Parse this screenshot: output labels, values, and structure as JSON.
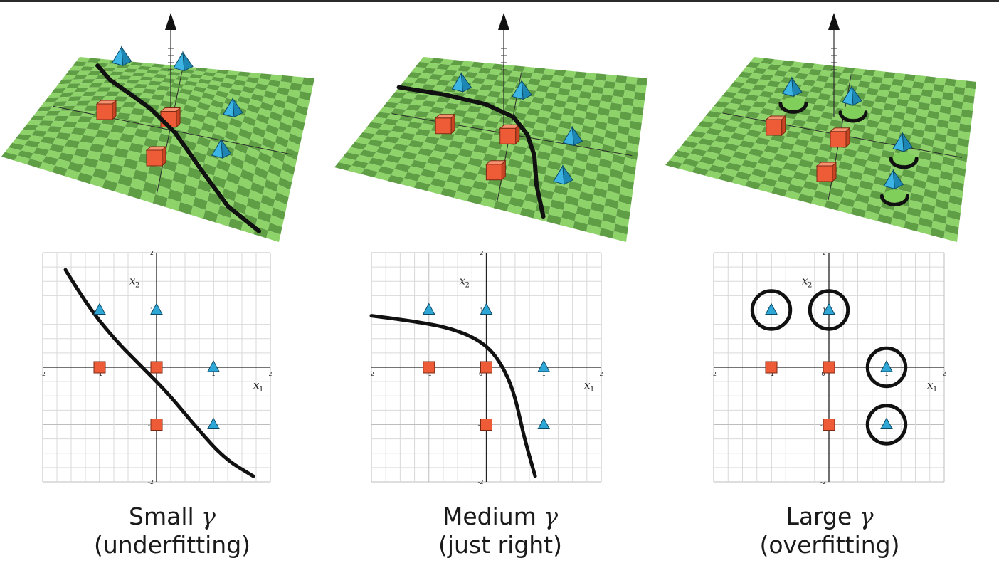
{
  "colors": {
    "surface_light": "#8ed36a",
    "surface_dark": "#5f9e45",
    "triangle": "#2ea6d6",
    "square": "#ee5b37",
    "boundary": "#111111",
    "grid": "#d9d9d9"
  },
  "panels": [
    {
      "id": "small",
      "caption_word": "Small",
      "caption_symbol": "γ",
      "caption_note": "(underfitting)",
      "plot": {
        "xlim": [
          -2,
          2
        ],
        "ylim": [
          -2,
          2
        ],
        "xticks": [
          "-2",
          "-1",
          "0",
          "1",
          "2"
        ],
        "yticks": [
          "-2",
          "-1",
          "1",
          "2"
        ],
        "xlabel": "x",
        "xlabel_sub": "1",
        "ylabel": "x",
        "ylabel_sub": "2",
        "triangles": [
          [
            -1,
            1
          ],
          [
            0,
            1
          ],
          [
            1,
            0
          ],
          [
            1,
            -1
          ]
        ],
        "squares": [
          [
            -1,
            0
          ],
          [
            0,
            0
          ],
          [
            0,
            -1
          ]
        ],
        "boundary": [
          [
            -1.6,
            1.7
          ],
          [
            -1.2,
            1.05
          ],
          [
            -0.7,
            0.45
          ],
          [
            -0.3,
            0.05
          ],
          [
            0.2,
            -0.45
          ],
          [
            0.7,
            -1.05
          ],
          [
            1.2,
            -1.6
          ],
          [
            1.7,
            -1.9
          ]
        ],
        "circles": []
      }
    },
    {
      "id": "medium",
      "caption_word": "Medium",
      "caption_symbol": "γ",
      "caption_note": "(just right)",
      "plot": {
        "xlim": [
          -2,
          2
        ],
        "ylim": [
          -2,
          2
        ],
        "xticks": [
          "-2",
          "-1",
          "0",
          "1",
          "2"
        ],
        "yticks": [
          "-2",
          "-1",
          "1",
          "2"
        ],
        "xlabel": "x",
        "xlabel_sub": "1",
        "ylabel": "x",
        "ylabel_sub": "2",
        "triangles": [
          [
            -1,
            1
          ],
          [
            0,
            1
          ],
          [
            1,
            0
          ],
          [
            1,
            -1
          ]
        ],
        "squares": [
          [
            -1,
            0
          ],
          [
            0,
            0
          ],
          [
            0,
            -1
          ]
        ],
        "boundary": [
          [
            -2,
            0.9
          ],
          [
            -1.2,
            0.8
          ],
          [
            -0.5,
            0.65
          ],
          [
            0,
            0.4
          ],
          [
            0.3,
            0.0
          ],
          [
            0.5,
            -0.5
          ],
          [
            0.65,
            -1.2
          ],
          [
            0.85,
            -1.9
          ]
        ],
        "circles": []
      }
    },
    {
      "id": "large",
      "caption_word": "Large",
      "caption_symbol": "γ",
      "caption_note": "(overfitting)",
      "plot": {
        "xlim": [
          -2,
          2
        ],
        "ylim": [
          -2,
          2
        ],
        "xticks": [
          "-2",
          "-1",
          "0",
          "1",
          "2"
        ],
        "yticks": [
          "-2",
          "-1",
          "1",
          "2"
        ],
        "xlabel": "x",
        "xlabel_sub": "1",
        "ylabel": "x",
        "ylabel_sub": "2",
        "triangles": [
          [
            -1,
            1
          ],
          [
            0,
            1
          ],
          [
            1,
            0
          ],
          [
            1,
            -1
          ]
        ],
        "squares": [
          [
            -1,
            0
          ],
          [
            0,
            0
          ],
          [
            0,
            -1
          ]
        ],
        "boundary": [],
        "circles": [
          [
            -1,
            1,
            0.33
          ],
          [
            0,
            1,
            0.33
          ],
          [
            1,
            0,
            0.33
          ],
          [
            1,
            -1,
            0.33
          ]
        ]
      }
    }
  ]
}
